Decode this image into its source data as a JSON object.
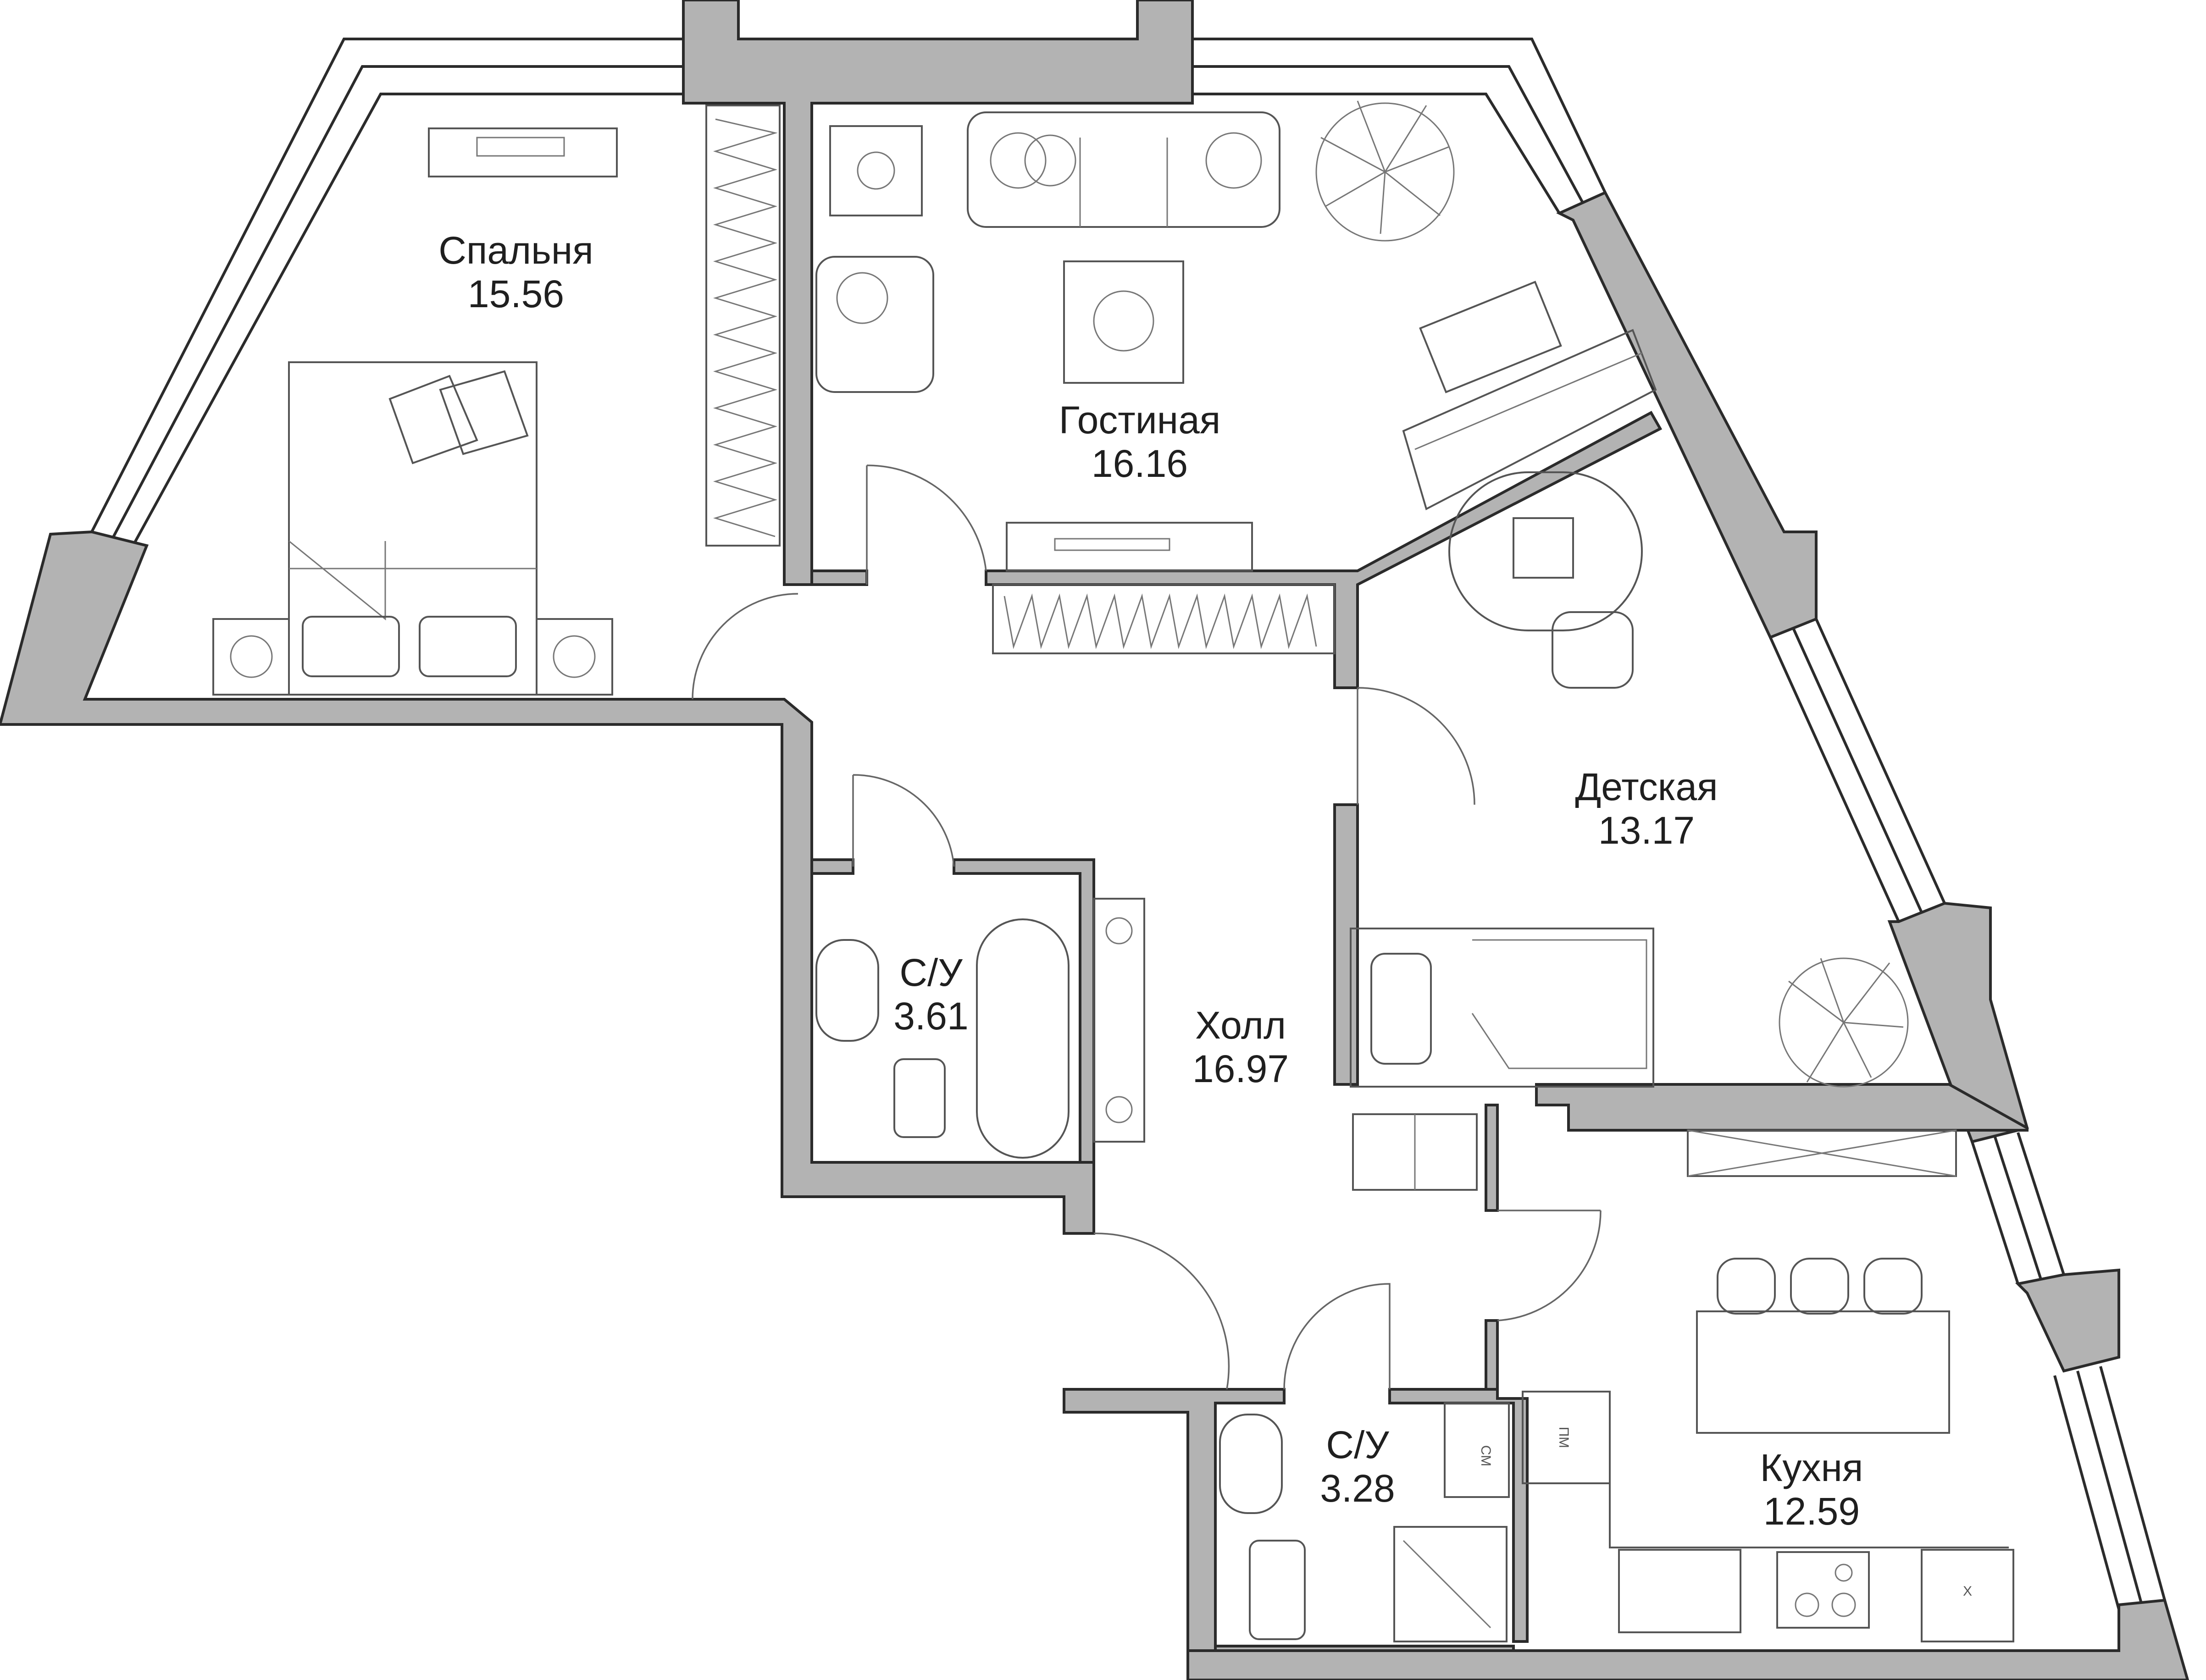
{
  "rooms": [
    {
      "name": "Спальня",
      "area": "15.56"
    },
    {
      "name": "Гостиная",
      "area": "16.16"
    },
    {
      "name": "Детская",
      "area": "13.17"
    },
    {
      "name": "С/У",
      "area": "3.61"
    },
    {
      "name": "Холл",
      "area": "16.97"
    },
    {
      "name": "С/У",
      "area": "3.28"
    },
    {
      "name": "Кухня",
      "area": "12.59"
    }
  ],
  "appliances": {
    "washer": "СМ",
    "dishwasher": "ПМ",
    "fridge": "Х"
  },
  "colors": {
    "wall": "#b3b3b3",
    "line": "#2b2b2b",
    "furniture": "#555555"
  }
}
